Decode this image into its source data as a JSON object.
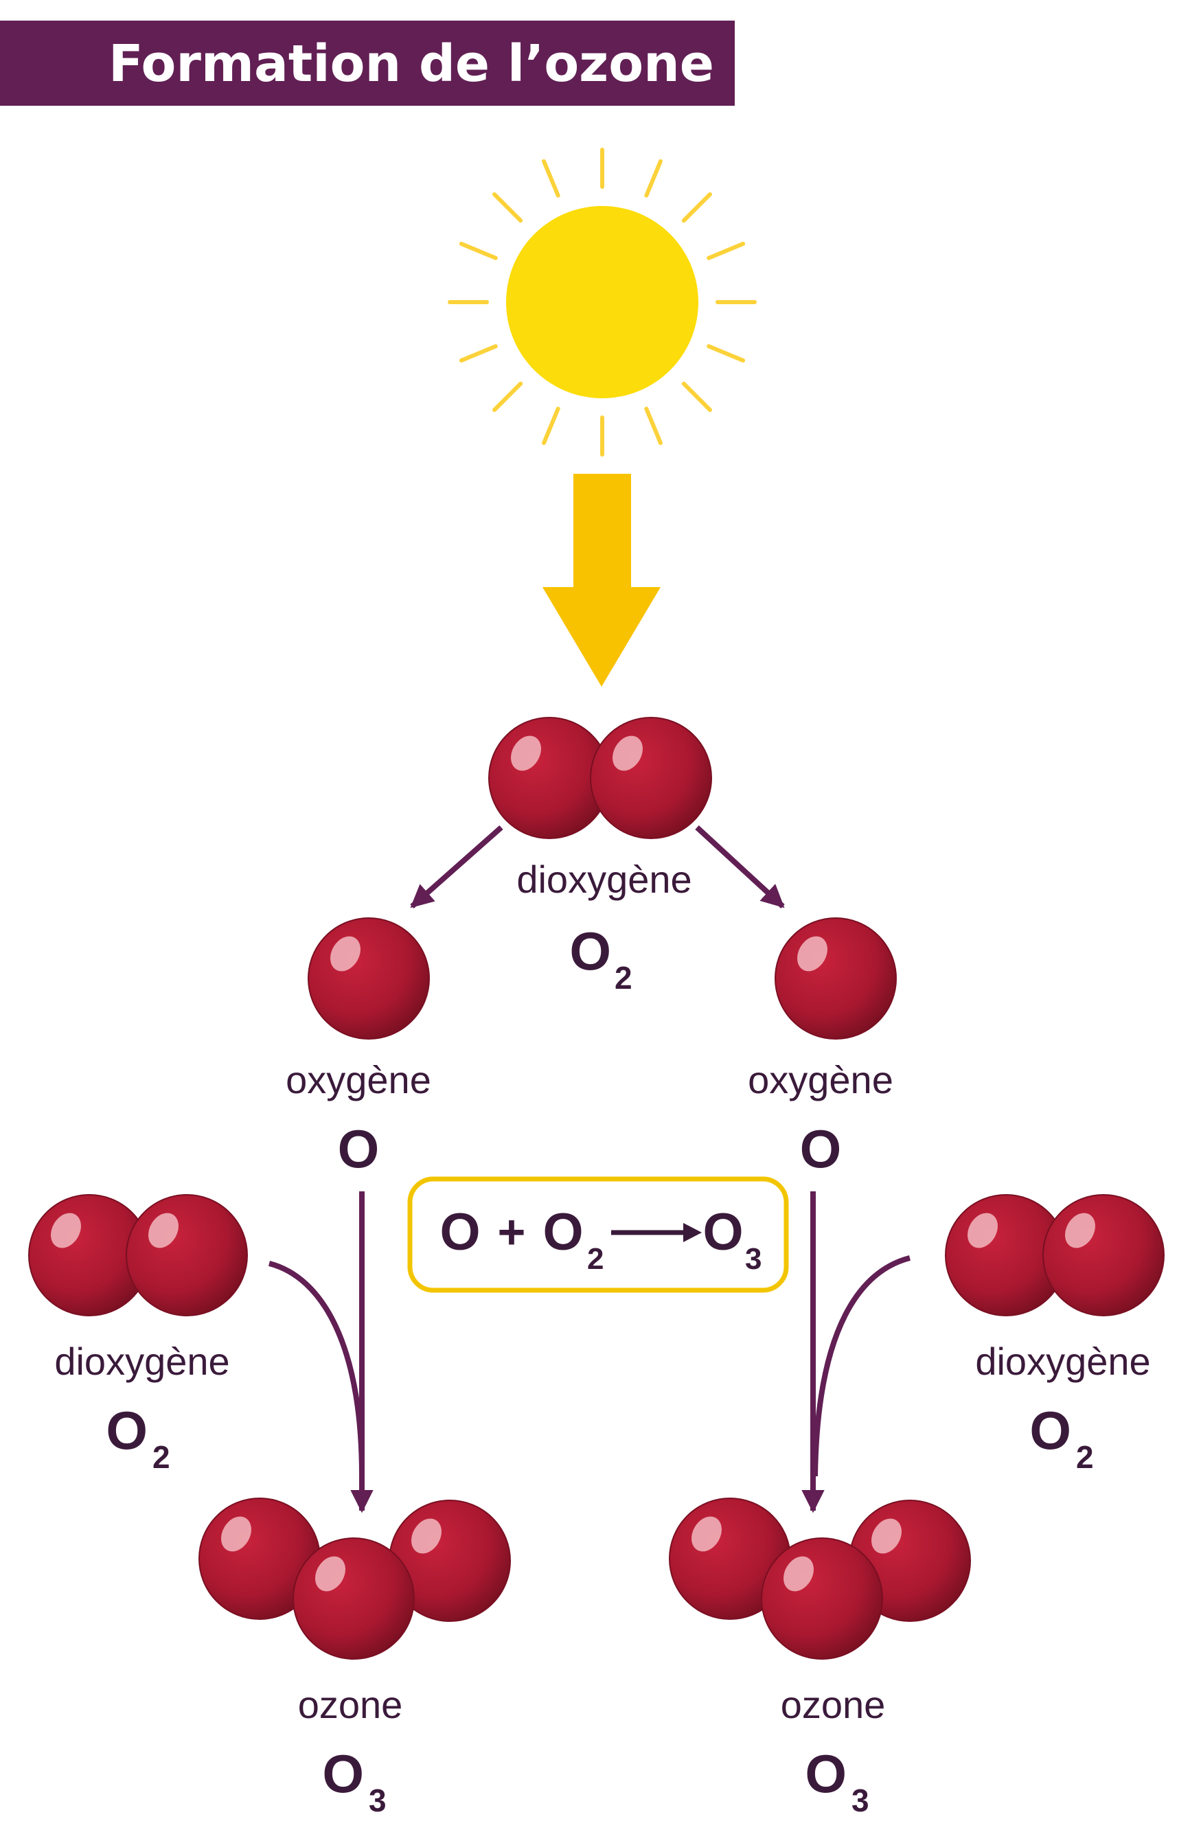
{
  "title": "Formation de l’ozone",
  "colors": {
    "title_band": "#611f54",
    "sun": "#fcdc0a",
    "sun_rays": "#fcd23a",
    "light_arrow": "#f8c200",
    "reaction_arrows": "#611f54",
    "atom": "#a91830",
    "text": "#3a1a3a",
    "equation_border": "#f2c500"
  },
  "icons": [
    "sun-icon",
    "light-arrow-icon",
    "atom-icon"
  ],
  "molecules": {
    "top_dioxygen": {
      "name": "dioxygène",
      "formula": "O",
      "subscript": "2"
    },
    "left_oxygen": {
      "name": "oxygène",
      "formula": "O"
    },
    "right_oxygen": {
      "name": "oxygène",
      "formula": "O"
    },
    "left_dioxygen": {
      "name": "dioxygène",
      "formula": "O",
      "subscript": "2"
    },
    "right_dioxygen": {
      "name": "dioxygène",
      "formula": "O",
      "subscript": "2"
    },
    "left_ozone": {
      "name": "ozone",
      "formula": "O",
      "subscript": "3"
    },
    "right_ozone": {
      "name": "ozone",
      "formula": "O",
      "subscript": "3"
    }
  },
  "equation": {
    "reactant1": "O",
    "plus": "+",
    "reactant2": "O",
    "reactant2_sub": "2",
    "product": "O",
    "product_sub": "3"
  }
}
